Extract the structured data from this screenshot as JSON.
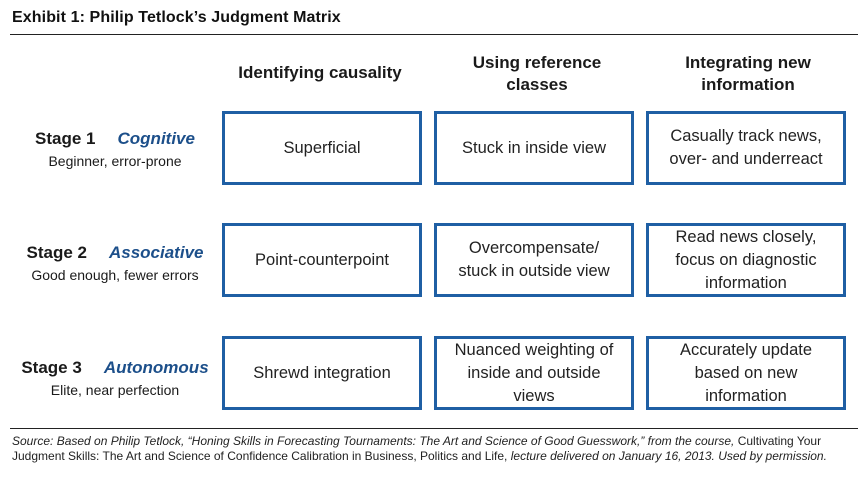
{
  "title": "Exhibit 1: Philip Tetlock’s Judgment Matrix",
  "columns": [
    {
      "label": "Identifying causality"
    },
    {
      "label_lines": [
        "Using reference",
        "classes"
      ]
    },
    {
      "label_lines": [
        "Integrating new",
        "information"
      ]
    }
  ],
  "stages": [
    {
      "num": "Stage 1",
      "mode": "Cognitive",
      "desc": "Beginner, error-prone",
      "cells": [
        [
          "Superficial"
        ],
        [
          "Stuck in inside view"
        ],
        [
          "Casually track news,",
          "over- and underreact"
        ]
      ]
    },
    {
      "num": "Stage 2",
      "mode": "Associative",
      "desc": "Good enough, fewer errors",
      "cells": [
        [
          "Point-counterpoint"
        ],
        [
          "Overcompensate/",
          "stuck in outside view"
        ],
        [
          "Read news closely,",
          "focus on diagnostic",
          "information"
        ]
      ]
    },
    {
      "num": "Stage 3",
      "mode": "Autonomous",
      "desc": "Elite, near perfection",
      "cells": [
        [
          "Shrewd integration"
        ],
        [
          "Nuanced weighting of",
          "inside and outside",
          "views"
        ],
        [
          "Accurately update",
          "based on new",
          "information"
        ]
      ]
    }
  ],
  "source": {
    "part1": "Source: Based on Philip Tetlock, “Honing Skills in Forecasting Tournaments: The Art and Science of Good Guesswork,” from the course,",
    "course": "Cultivating Your Judgment Skills: The Art and Science of Confidence Calibration in Business, Politics and Life,",
    "part2": "lecture delivered on January 16, 2013. Used by permission."
  },
  "colors": {
    "box_border": "#1f5fa4",
    "stage_mode": "#1c4f8a"
  }
}
